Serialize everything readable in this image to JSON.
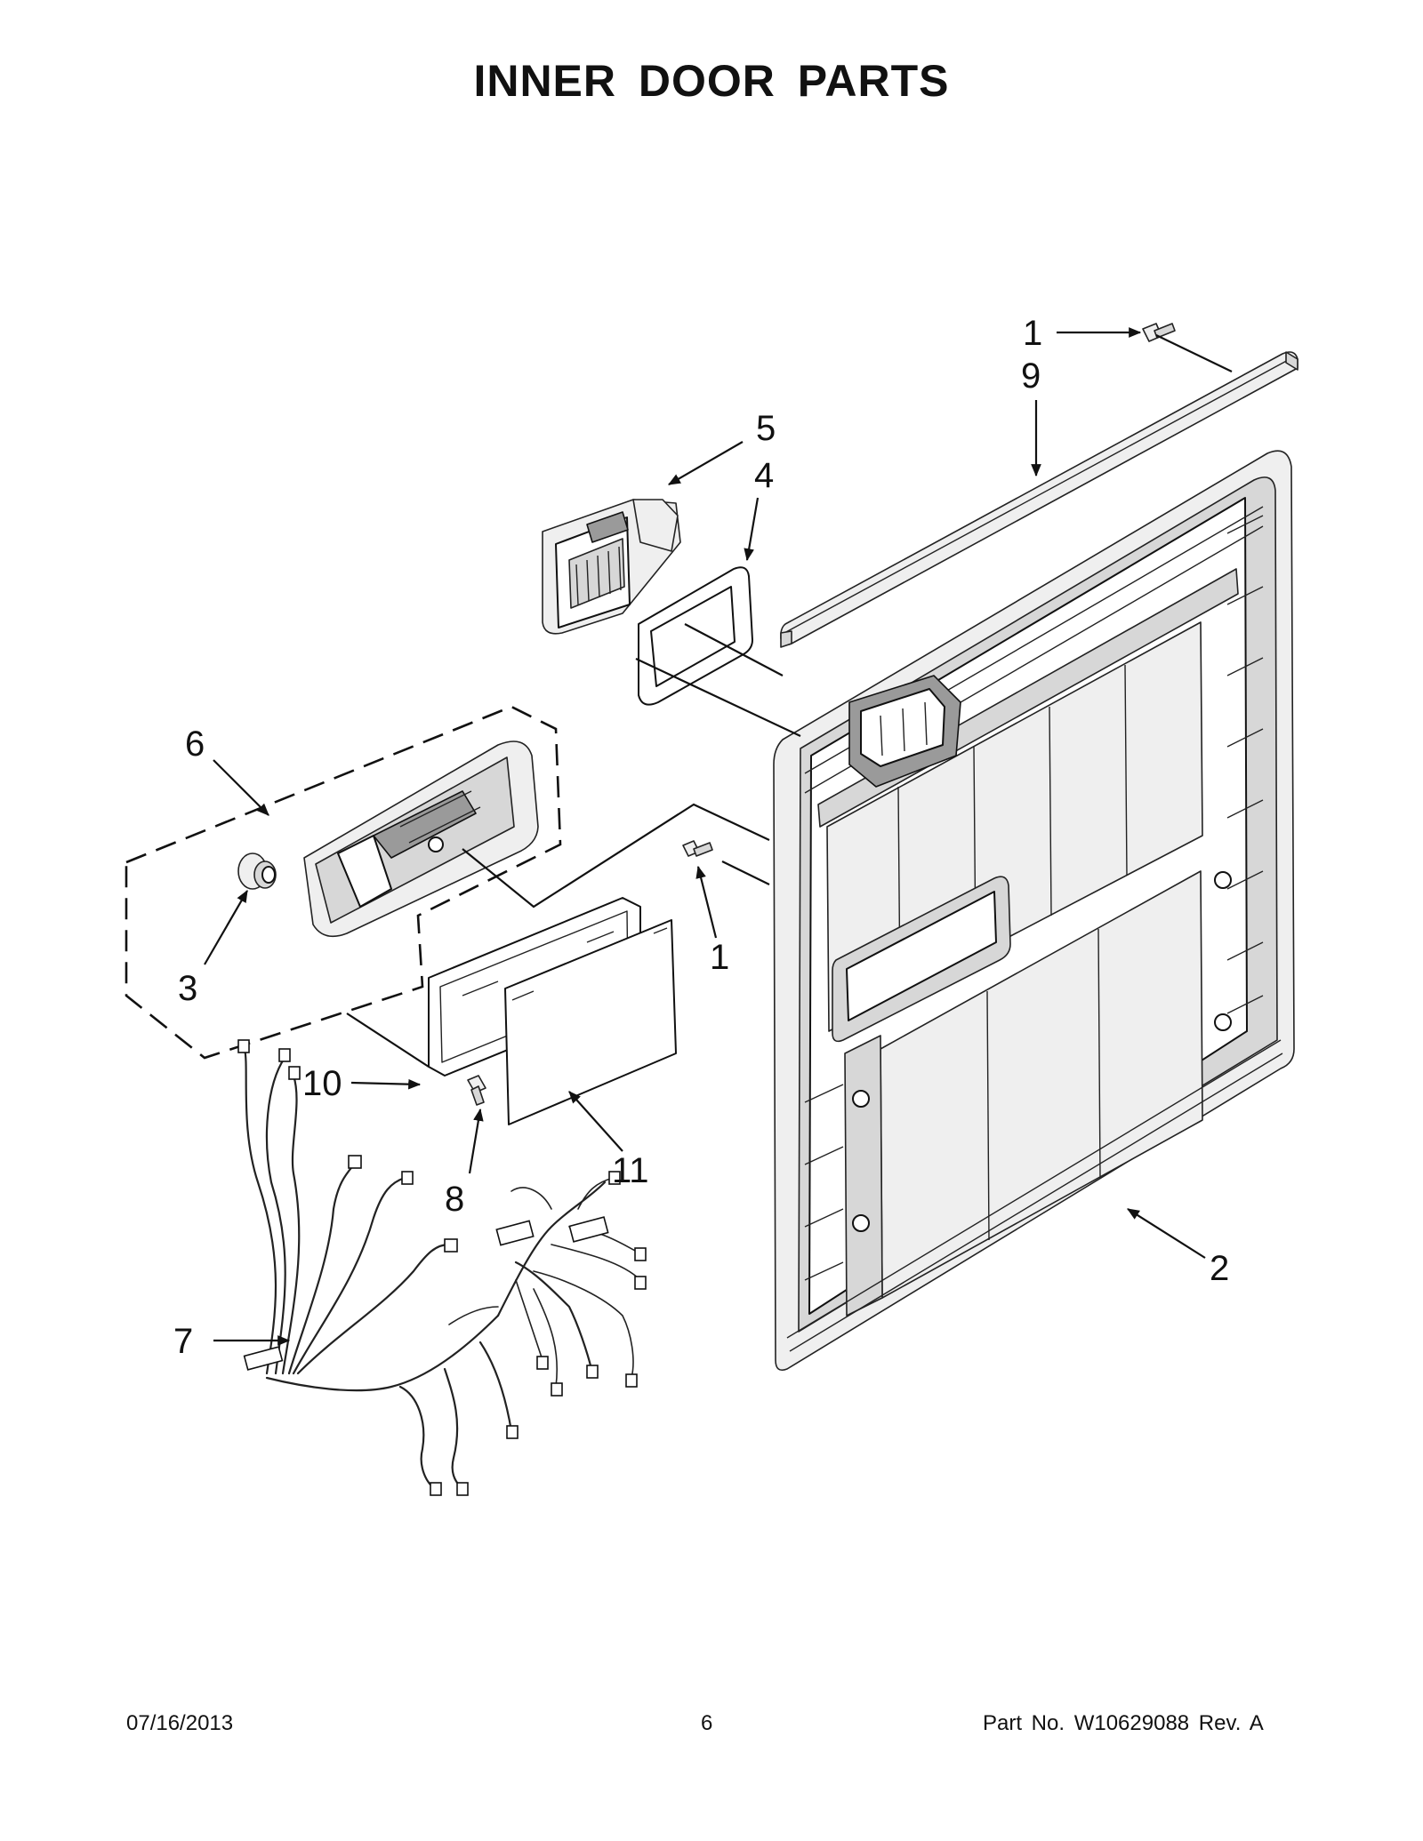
{
  "title": "INNER DOOR PARTS",
  "callouts": {
    "c1_top": "1",
    "c9": "9",
    "c5": "5",
    "c4": "4",
    "c6": "6",
    "c3": "3",
    "c1_mid": "1",
    "c10": "10",
    "c8": "8",
    "c11": "11",
    "c2": "2",
    "c7": "7"
  },
  "footer": {
    "date": "07/16/2013",
    "page": "6",
    "part_no": "Part No.  W10629088  Rev.  A"
  }
}
